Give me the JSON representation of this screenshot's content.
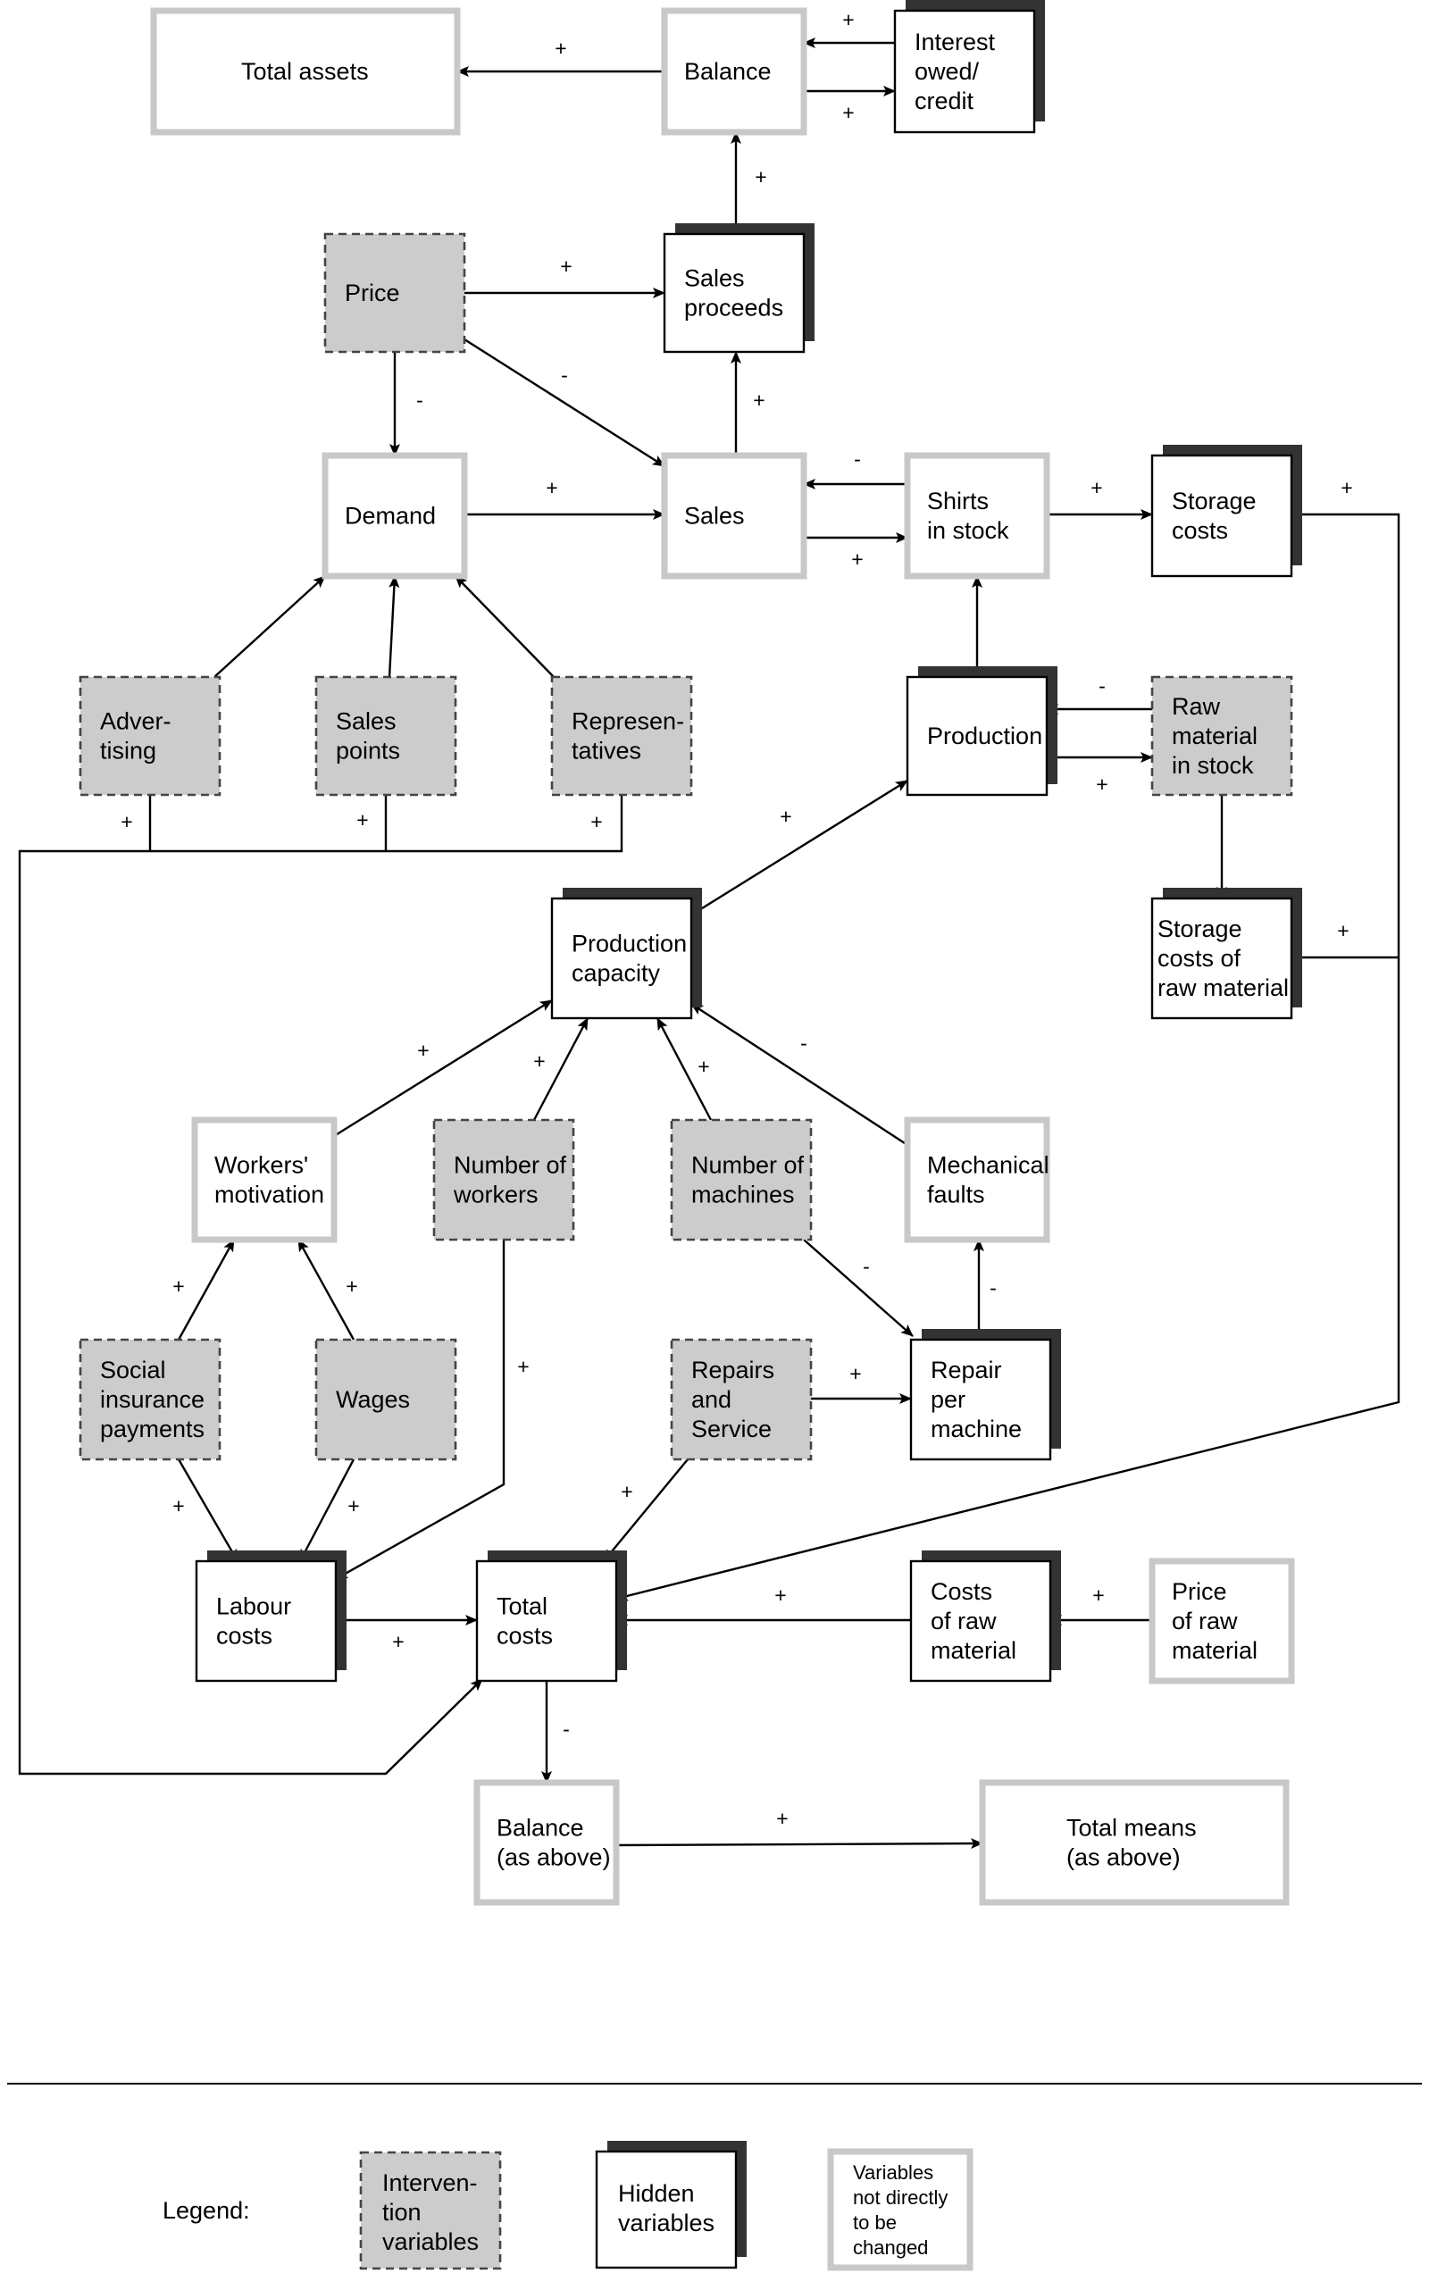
{
  "legend": {
    "title": "Legend:",
    "intervention": [
      "Interven-",
      "tion",
      "variables"
    ],
    "hidden": [
      "Hidden",
      "variables"
    ],
    "fixed": [
      "Variables",
      "not directly",
      "to be",
      "changed"
    ]
  },
  "colors": {
    "intervention_fill": "#cccccc",
    "fixed_border": "#c8c8c8",
    "hidden_shadow": "#333333"
  },
  "nodes": [
    {
      "id": "total_assets",
      "type": "fixed",
      "lines": [
        "Total assets"
      ]
    },
    {
      "id": "balance",
      "type": "fixed",
      "lines": [
        "Balance"
      ]
    },
    {
      "id": "interest",
      "type": "hidden",
      "lines": [
        "Interest",
        "owed/",
        "credit"
      ]
    },
    {
      "id": "price",
      "type": "intervention",
      "lines": [
        "Price"
      ]
    },
    {
      "id": "sales_proceeds",
      "type": "hidden",
      "lines": [
        "Sales",
        "proceeds"
      ]
    },
    {
      "id": "demand",
      "type": "fixed",
      "lines": [
        "Demand"
      ]
    },
    {
      "id": "sales",
      "type": "fixed",
      "lines": [
        "Sales"
      ]
    },
    {
      "id": "shirts_stock",
      "type": "fixed",
      "lines": [
        "Shirts",
        "in stock"
      ]
    },
    {
      "id": "storage_costs",
      "type": "hidden",
      "lines": [
        "Storage",
        "costs"
      ]
    },
    {
      "id": "advertising",
      "type": "intervention",
      "lines": [
        "Adver-",
        "tising"
      ]
    },
    {
      "id": "sales_points",
      "type": "intervention",
      "lines": [
        "Sales",
        "points"
      ]
    },
    {
      "id": "representatives",
      "type": "intervention",
      "lines": [
        "Represen-",
        "tatives"
      ]
    },
    {
      "id": "production",
      "type": "hidden",
      "lines": [
        "Production"
      ]
    },
    {
      "id": "raw_stock",
      "type": "intervention",
      "lines": [
        "Raw",
        "material",
        "in stock"
      ]
    },
    {
      "id": "storage_raw",
      "type": "hidden",
      "lines": [
        "Storage",
        "costs of",
        "raw material"
      ]
    },
    {
      "id": "prod_capacity",
      "type": "hidden",
      "lines": [
        "Production",
        "capacity"
      ]
    },
    {
      "id": "workers_motivation",
      "type": "fixed",
      "lines": [
        "Workers'",
        "motivation"
      ]
    },
    {
      "id": "num_workers",
      "type": "intervention",
      "lines": [
        "Number of",
        "workers"
      ]
    },
    {
      "id": "num_machines",
      "type": "intervention",
      "lines": [
        "Number of",
        "machines"
      ]
    },
    {
      "id": "mech_faults",
      "type": "fixed",
      "lines": [
        "Mechanical",
        "faults"
      ]
    },
    {
      "id": "social_ins",
      "type": "intervention",
      "lines": [
        "Social",
        "insurance",
        "payments"
      ]
    },
    {
      "id": "wages",
      "type": "intervention",
      "lines": [
        "Wages"
      ]
    },
    {
      "id": "repairs",
      "type": "intervention",
      "lines": [
        "Repairs",
        "and",
        "Service"
      ]
    },
    {
      "id": "repair_per_machine",
      "type": "hidden",
      "lines": [
        "Repair",
        "per",
        "machine"
      ]
    },
    {
      "id": "labour_costs",
      "type": "hidden",
      "lines": [
        "Labour",
        "costs"
      ]
    },
    {
      "id": "total_costs",
      "type": "hidden",
      "lines": [
        "Total",
        "costs"
      ]
    },
    {
      "id": "costs_raw",
      "type": "hidden",
      "lines": [
        "Costs",
        "of raw",
        "material"
      ]
    },
    {
      "id": "price_raw",
      "type": "fixed",
      "lines": [
        "Price",
        "of raw",
        "material"
      ]
    },
    {
      "id": "balance2",
      "type": "fixed",
      "lines": [
        "Balance",
        "(as above)"
      ]
    },
    {
      "id": "total_means",
      "type": "fixed",
      "lines": [
        "Total means",
        "(as above)"
      ]
    }
  ],
  "edges": [
    {
      "id": "balance-total_assets",
      "sign": "+"
    },
    {
      "id": "interest-balance",
      "sign": "+"
    },
    {
      "id": "balance-interest",
      "sign": "+"
    },
    {
      "id": "sales_proceeds-balance",
      "sign": "+"
    },
    {
      "id": "price-sales_proceeds",
      "sign": "+"
    },
    {
      "id": "price-sales",
      "sign": "-"
    },
    {
      "id": "price-demand",
      "sign": "-"
    },
    {
      "id": "sales-sales_proceeds",
      "sign": "+"
    },
    {
      "id": "demand-sales",
      "sign": "+"
    },
    {
      "id": "shirts-sales",
      "sign": "-"
    },
    {
      "id": "sales-shirts",
      "sign": "+"
    },
    {
      "id": "shirts-storage_costs",
      "sign": "+"
    },
    {
      "id": "storage_costs-total_costs",
      "sign": "+"
    },
    {
      "id": "storage_raw-total_costs",
      "sign": "+"
    },
    {
      "id": "advertising-demand",
      "sign": ""
    },
    {
      "id": "sales_points-demand",
      "sign": ""
    },
    {
      "id": "representatives-demand",
      "sign": ""
    },
    {
      "id": "advertising-total_costs",
      "sign": "+"
    },
    {
      "id": "sales_points-total_costs",
      "sign": "+"
    },
    {
      "id": "representatives-total_costs",
      "sign": "+"
    },
    {
      "id": "production-shirts",
      "sign": ""
    },
    {
      "id": "raw-production",
      "sign": "-"
    },
    {
      "id": "production-raw",
      "sign": "+"
    },
    {
      "id": "raw-storage_raw",
      "sign": ""
    },
    {
      "id": "capacity-production",
      "sign": "+"
    },
    {
      "id": "motivation-capacity",
      "sign": "+"
    },
    {
      "id": "workers-capacity",
      "sign": "+"
    },
    {
      "id": "machines-capacity",
      "sign": "+"
    },
    {
      "id": "faults-capacity",
      "sign": "-"
    },
    {
      "id": "social-motivation",
      "sign": "+"
    },
    {
      "id": "wages-motivation",
      "sign": "+"
    },
    {
      "id": "social-labour",
      "sign": "+"
    },
    {
      "id": "wages-labour",
      "sign": "+"
    },
    {
      "id": "workers-labour",
      "sign": "+"
    },
    {
      "id": "machines-repair",
      "sign": "-"
    },
    {
      "id": "repairs-repair",
      "sign": "+"
    },
    {
      "id": "repair-faults",
      "sign": "-"
    },
    {
      "id": "repairs-total_costs",
      "sign": "+"
    },
    {
      "id": "labour-total_costs",
      "sign": "+"
    },
    {
      "id": "costs_raw-total_costs",
      "sign": "+"
    },
    {
      "id": "price_raw-costs_raw",
      "sign": "+"
    },
    {
      "id": "total_costs-balance2",
      "sign": "-"
    },
    {
      "id": "balance2-total_means",
      "sign": "+"
    }
  ]
}
